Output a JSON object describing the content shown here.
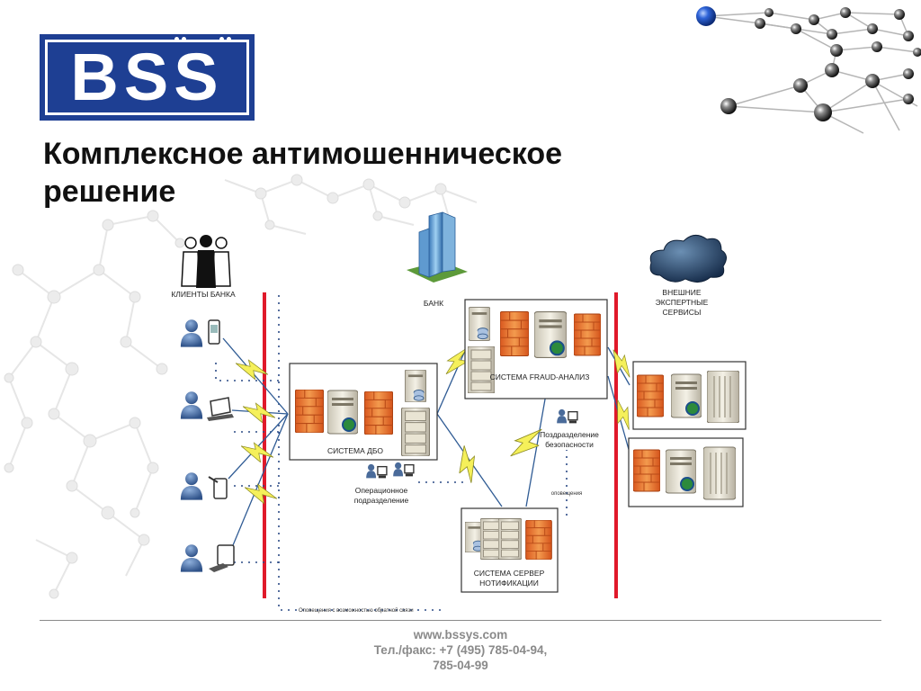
{
  "slide": {
    "logo_text": "BSS",
    "title_line1": "Комплексное антимошенническое",
    "title_line2": "решение"
  },
  "diagram": {
    "clients_label": "КЛИЕНТЫ БАНКА",
    "bank_label": "БАНК",
    "external_label_1": "ВНЕШНИЕ",
    "external_label_2": "ЭКСПЕРТНЫЕ",
    "external_label_3": "СЕРВИСЫ",
    "dbo_label": "СИСТЕМА ДБО",
    "fraud_label": "СИСТЕМА FRAUD-АНАЛИЗ",
    "security_label_1": "Поздразделение",
    "security_label_2": "безопасности",
    "operational_label_1": "Операционное",
    "operational_label_2": "подразделение",
    "notify_label_1": "СИСТЕМА СЕРВЕР",
    "notify_label_2": "НОТИФИКАЦИИ",
    "alerts_small": "оповещения",
    "bottom_caption": "Оповещения с возможностью обратной связи"
  },
  "footer": {
    "website": "www.bssys.com",
    "phone_line1": "Тел./факс: +7 (495) 785-04-94,",
    "phone_line2": "785-04-99"
  },
  "colors": {
    "brand_blue": "#1e3f93",
    "boundary_red": "#e0192a",
    "firewall_orange": "#e8742a",
    "lightning_yellow": "#f4f05a",
    "person_blue": "#4a6b9a"
  }
}
